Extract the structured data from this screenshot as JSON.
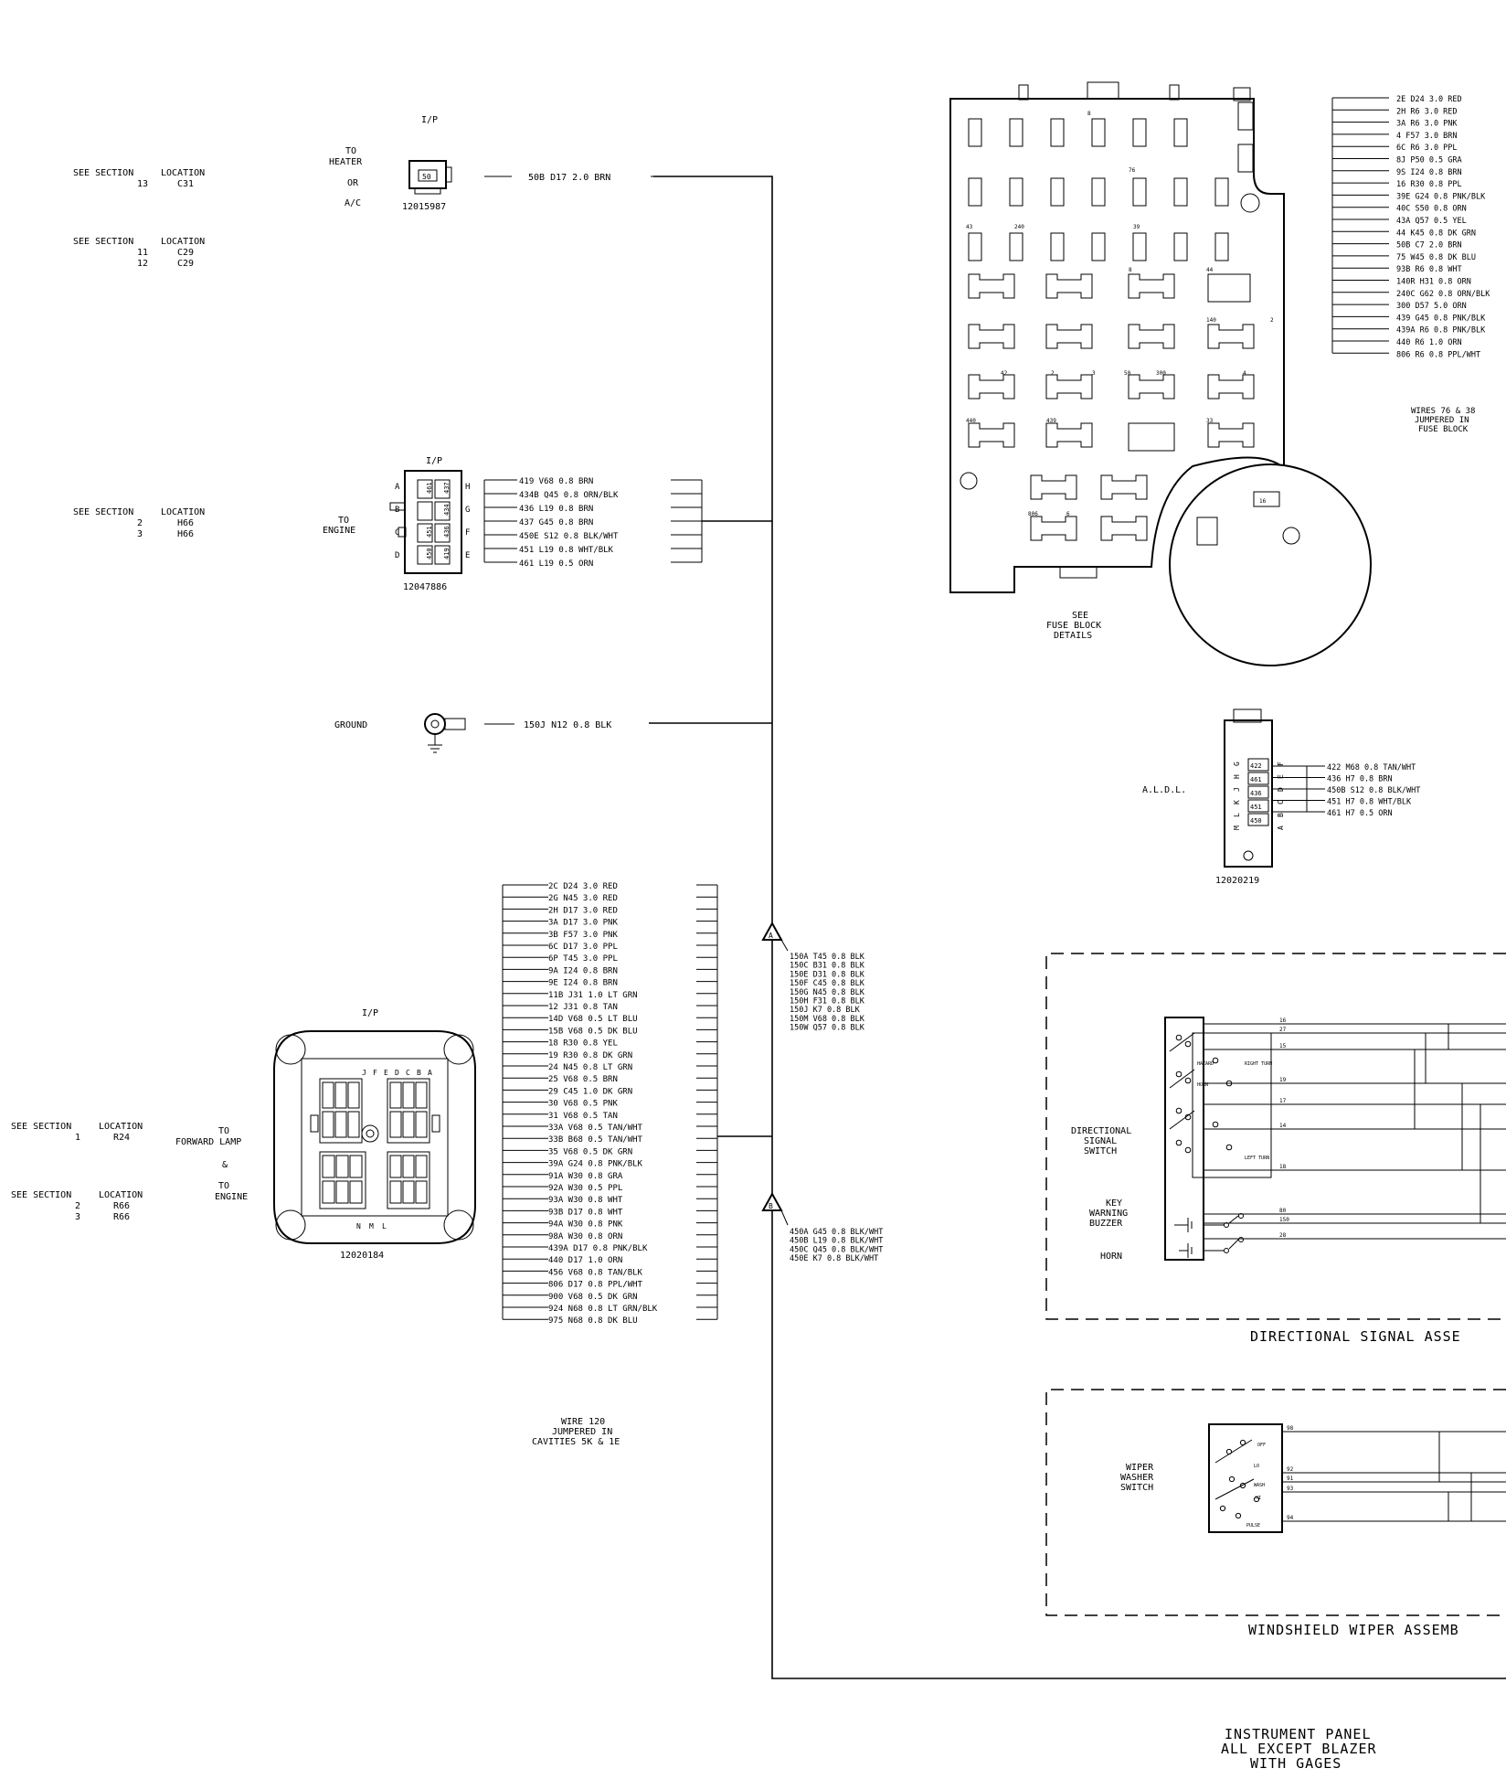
{
  "left_refs": [
    {
      "s1": "SEE SECTION",
      "s2": "LOCATION",
      "rows": [
        [
          "13",
          "C31"
        ]
      ]
    },
    {
      "s1": "SEE SECTION",
      "s2": "LOCATION",
      "rows": [
        [
          "11",
          "C29"
        ],
        [
          "12",
          "C29"
        ]
      ]
    },
    {
      "s1": "SEE SECTION",
      "s2": "LOCATION",
      "rows": [
        [
          "2",
          "H66"
        ],
        [
          "3",
          "H66"
        ]
      ]
    },
    {
      "s1": "SEE SECTION",
      "s2": "LOCATION",
      "rows": [
        [
          "1",
          "R24"
        ]
      ]
    },
    {
      "s1": "SEE SECTION",
      "s2": "LOCATION",
      "rows": [
        [
          "2",
          "R66"
        ],
        [
          "3",
          "R66"
        ]
      ]
    }
  ],
  "heater": {
    "ip": "I/P",
    "to": "TO",
    "heater": "HEATER",
    "or": "OR",
    "ac": "A/C",
    "part": "12015987",
    "cavity": "50",
    "wire": "50B   D17   2.0 BRN"
  },
  "engine": {
    "ip": "I/P",
    "to": "TO",
    "label": "ENGINE",
    "part": "12047886",
    "letters_left": [
      "A",
      "B",
      "C",
      "D"
    ],
    "letters_right": [
      "H",
      "G",
      "F",
      "E"
    ],
    "cavities": [
      "461",
      "437",
      "434",
      "451",
      "436",
      "450",
      "419"
    ],
    "wires": [
      "419    V68   0.8 BRN",
      "434B   Q45   0.8 ORN/BLK",
      "436    L19   0.8 BRN",
      "437    G45   0.8 BRN",
      "450E   S12   0.8 BLK/WHT",
      "451    L19   0.8 WHT/BLK",
      "461    L19   0.5 ORN"
    ]
  },
  "ground": {
    "label": "GROUND",
    "wire": "150J   N12   0.8 BLK"
  },
  "fwd": {
    "ip": "I/P",
    "to1": "TO",
    "l1": "FORWARD LAMP",
    "amp": "&",
    "to2": "TO",
    "l2": "ENGINE",
    "part": "12020184",
    "wires": [
      "2C    D24  3.0 RED",
      "2G    N45  3.0 RED",
      "2H    D17  3.0 RED",
      "3A    D17  3.0 PNK",
      "3B    F57  3.0 PNK",
      "6C    D17  3.0 PPL",
      "6P    T45  3.0 PPL",
      "9A    I24  0.8 BRN",
      "9E    I24  0.8 BRN",
      "11B   J31  1.0 LT GRN",
      "12    J31  0.8 TAN",
      "14D   V68  0.5 LT BLU",
      "15B   V68  0.5 DK BLU",
      "18    R30  0.8 YEL",
      "19    R30  0.8 DK GRN",
      "24    N45  0.8 LT GRN",
      "25    V68  0.5 BRN",
      "29    C45  1.0 DK GRN",
      "30    V68  0.5 PNK",
      "31    V68  0.5 TAN",
      "33A   V68  0.5 TAN/WHT",
      "33B   B68  0.5 TAN/WHT",
      "35    V68  0.5 DK GRN",
      "39A   G24  0.8 PNK/BLK",
      "91A   W30  0.8 GRA",
      "92A   W30  0.5 PPL",
      "93A   W30  0.8 WHT",
      "93B   D17  0.8 WHT",
      "94A   W30  0.8 PNK",
      "98A   W30  0.8 ORN",
      "439A  D17  0.8 PNK/BLK",
      "440   D17  1.0 ORN",
      "456   V68  0.8 TAN/BLK",
      "806   D17  0.8 PPL/WHT",
      "900   V68  0.5 DK GRN",
      "924   N68  0.8 LT GRN/BLK",
      "975   N68  0.8 DK BLU"
    ],
    "note": [
      "WIRE 120",
      "JUMPERED IN",
      "CAVITIES 5K & 1E"
    ]
  },
  "splice_a": {
    "label": "A",
    "wires": [
      "150A   T45   0.8 BLK",
      "150C   B31   0.8 BLK",
      "150E   D31   0.8 BLK",
      "150F   C45   0.8 BLK",
      "150G   N45   0.8 BLK",
      "150H   F31   0.8 BLK",
      "150J   K7    0.8 BLK",
      "150M   V68   0.8 BLK",
      "150W   Q57   0.8 BLK"
    ]
  },
  "splice_b": {
    "label": "B",
    "wires": [
      "450A   G45   0.8 BLK/WHT",
      "450B   L19   0.8 BLK/WHT",
      "450C   Q45   0.8 BLK/WHT",
      "450E   K7    0.8 BLK/WHT"
    ]
  },
  "fuse": {
    "see": [
      "SEE",
      "FUSE BLOCK",
      "DETAILS"
    ],
    "labels": [
      "8",
      "76",
      "43",
      "240",
      "39",
      "8",
      "44",
      "2",
      "140",
      "42",
      "2",
      "3",
      "50",
      "300",
      "4",
      "440",
      "439",
      "33",
      "806",
      "6",
      "16"
    ],
    "wires": [
      "2E    D24  3.0 RED",
      "2H    R6   3.0 RED",
      "3A    R6   3.0 PNK",
      "4     F57  3.0 BRN",
      "6C    R6   3.0 PPL",
      "8J    P50  0.5 GRA",
      "9S    I24  0.8 BRN",
      "16    R30  0.8 PPL",
      "39E   G24  0.8 PNK/BLK",
      "40C   S50  0.8 ORN",
      "43A   Q57  0.5 YEL",
      "44    K45  0.8 DK GRN",
      "50B   C7   2.0 BRN",
      "75    W45  0.8 DK BLU",
      "93B   R6   0.8 WHT",
      "140R  H31  0.8 ORN",
      "240C  G62  0.8 ORN/BLK",
      "300   D57  5.0 ORN",
      "439   G45  0.8 PNK/BLK",
      "439A  R6   0.8 PNK/BLK",
      "440   R6   1.0 ORN",
      "806   R6   0.8 PPL/WHT"
    ],
    "note": [
      "WIRES 76 & 38",
      "JUMPERED IN",
      "FUSE BLOCK"
    ]
  },
  "aldl": {
    "label": "A.L.D.L.",
    "part": "12020219",
    "left": [
      "M",
      "L",
      "K",
      "J",
      "H",
      "G"
    ],
    "right": [
      "A",
      "B",
      "C",
      "D",
      "E",
      "F"
    ],
    "cavities": [
      "422",
      "461",
      "436",
      "451",
      "450"
    ],
    "wires": [
      "422    M68   0.8 TAN/WHT",
      "436    H7    0.8 BRN",
      "450B   S12   0.8 BLK/WHT",
      "451    H7    0.8 WHT/BLK",
      "461    H7    0.5 ORN"
    ]
  },
  "dirsig": {
    "title": "DIRECTIONAL SIGNAL ASSE",
    "sw": [
      "DIRECTIONAL",
      "SIGNAL",
      "SWITCH"
    ],
    "buzzer": [
      "KEY",
      "WARNING",
      "BUZZER"
    ],
    "horn": "HORN",
    "nums": [
      "16",
      "27",
      "15",
      "19",
      "17",
      "14",
      "18",
      "80",
      "150",
      "28"
    ],
    "inner": [
      "HAZARD",
      "RIGHT TURN",
      "HORN",
      "LEFT TURN"
    ]
  },
  "wiper": {
    "title": "WINDSHIELD WIPER ASSEMB",
    "sw": [
      "WIPER",
      "WASHER",
      "SWITCH"
    ],
    "nums": [
      "98",
      "92",
      "91",
      "93",
      "94"
    ],
    "inner": [
      "OFF",
      "LO",
      "HI",
      "PULSE",
      "WASH"
    ]
  },
  "footer": [
    "INSTRUMENT PANEL",
    "ALL EXCEPT BLAZER",
    "WITH GAGES"
  ]
}
